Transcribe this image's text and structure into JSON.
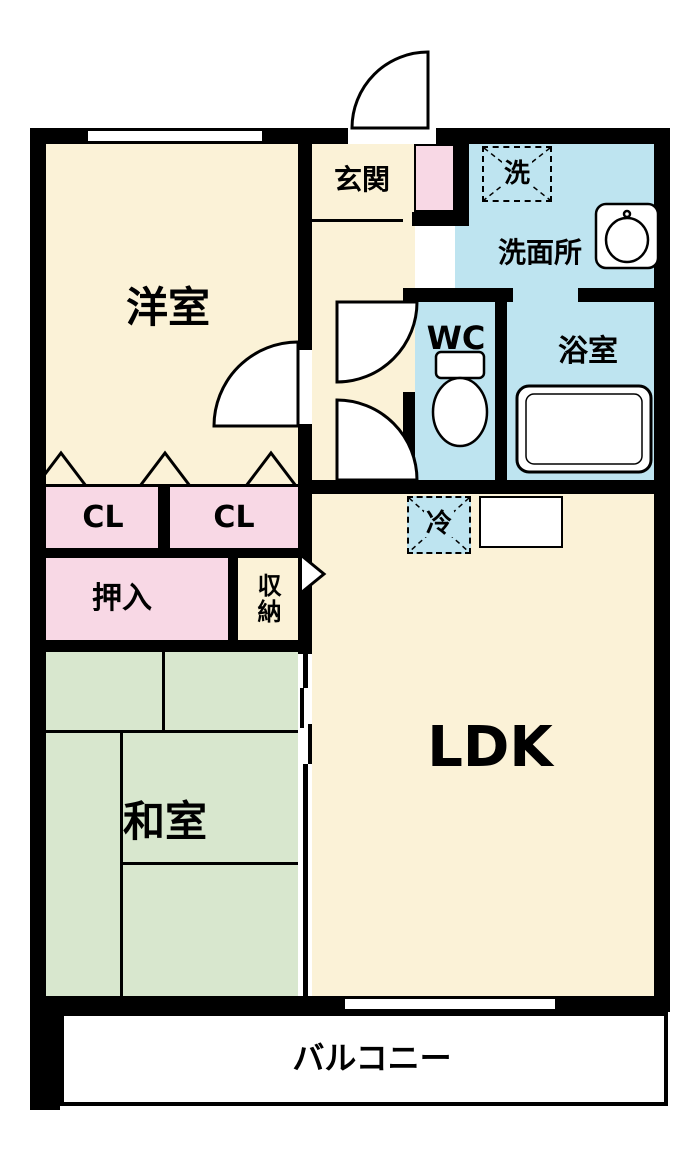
{
  "floorplan": {
    "type": "apartment-floor-plan",
    "rooms": {
      "yoshitsu": "洋室",
      "genkan": "玄関",
      "laundry": "洗",
      "washroom": "洗面所",
      "wc": "WC",
      "bathroom": "浴室",
      "cl1": "CL",
      "cl2": "CL",
      "oshiire": "押入",
      "shuno": "収納",
      "fridge": "冷",
      "ldk": "LDK",
      "washitsu": "和室",
      "balcony": "バルコニー"
    },
    "colors": {
      "cream": "#FBF2D7",
      "pink": "#F8D8E5",
      "blue": "#BEE4F0",
      "green": "#D8E7CE",
      "wall": "#000000"
    }
  }
}
